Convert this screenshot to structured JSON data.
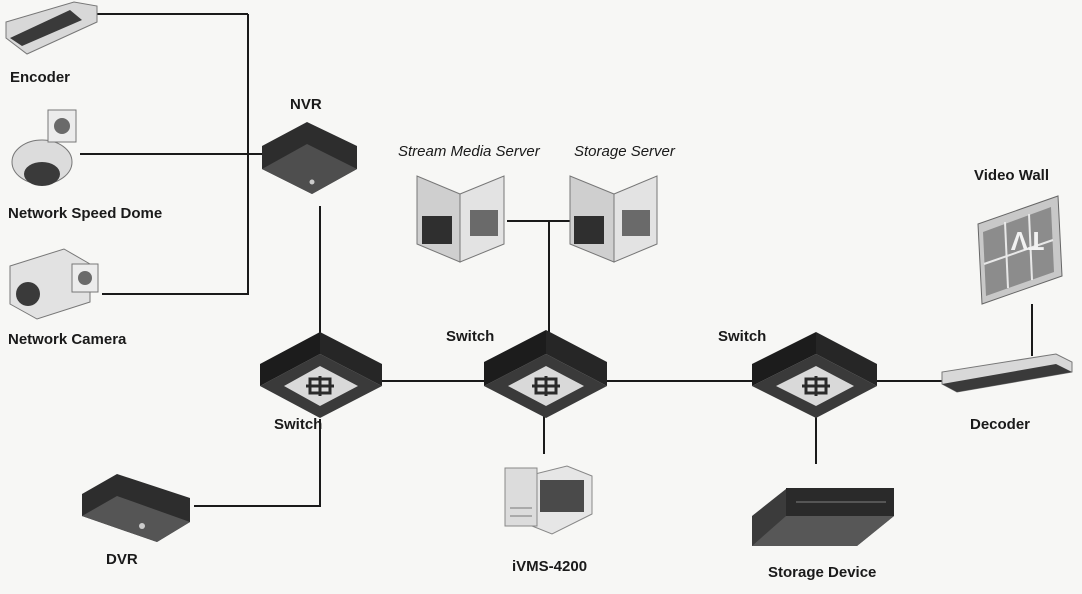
{
  "diagram": {
    "nodes": {
      "encoder": "Encoder",
      "speed_dome": "Network Speed Dome",
      "network_camera": "Network Camera",
      "nvr": "NVR",
      "dvr": "DVR",
      "switch_right": "Switch",
      "switch_center": "Switch",
      "switch_left": "Switch",
      "stream_media_server": "Stream Media Server",
      "storage_server": "Storage Server",
      "ivms": "iVMS-4200",
      "storage_device": "Storage Device",
      "decoder": "Decoder",
      "video_wall": "Video Wall",
      "video_wall_screen": "TV"
    }
  }
}
